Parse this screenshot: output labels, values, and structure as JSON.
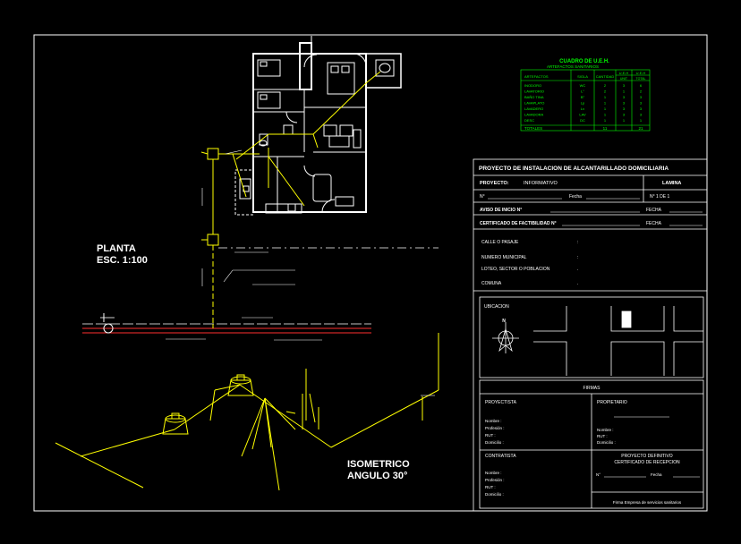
{
  "colors": {
    "background": "#000000",
    "frame": "#ffffff",
    "pipe": "#ffff00",
    "wall": "#ffffff",
    "table": "#00ff00",
    "ground": "#ff3030"
  },
  "plan": {
    "title": "PLANTA",
    "scale": "ESC. 1:100"
  },
  "isometric": {
    "title": "ISOMETRICO",
    "angle": "ANGULO 30°"
  },
  "fixtures_table": {
    "title": "CUADRO DE U.E.H.",
    "subtitle": "ARTEFACTOS SANITARIOS",
    "headers": [
      "ARTEFACTOS",
      "SIGLA",
      "CANTIDAD",
      "U.E.H",
      "U.E.H",
      "U.E.H"
    ],
    "subheaders": [
      "",
      "",
      "",
      "",
      "UNIT",
      "TOTAL"
    ],
    "rows": [
      [
        "INODORO",
        "WC",
        "2",
        "3",
        "",
        "6"
      ],
      [
        "LAVATORIO",
        "L°",
        "2",
        "1",
        "",
        "2"
      ],
      [
        "BAÑO TINA",
        "B°",
        "1",
        "3",
        "",
        "3"
      ],
      [
        "LAVAPLATO",
        "Lp",
        "1",
        "3",
        "",
        "3"
      ],
      [
        "LAVADERO",
        "Lv",
        "1",
        "3",
        "",
        "3"
      ],
      [
        "LAVADORA",
        "LAV",
        "1",
        "3",
        "",
        "3"
      ],
      [
        "DESC",
        "DC",
        "1",
        "1",
        "",
        "1"
      ]
    ],
    "total_label": "TOTALES",
    "total_qty": "11",
    "total_ueh": "21"
  },
  "title_block": {
    "heading": "PROYECTO DE INSTALACION DE ALCANTARILLADO DOMICILIARIA",
    "proyecto_label": "PROYECTO:",
    "proyecto_value": "INFORMATIVO",
    "lamina_label": "LAMINA",
    "numero_label": "N°",
    "fecha_label": "Fecha",
    "sheet_text": "N°  1  DE  1",
    "aviso": "AVISO DE INICIO N°",
    "aviso_fecha": "FECHA",
    "certificado": "CERTIFICADO DE FACTIBILIDAD N°",
    "certificado_fecha": "FECHA",
    "calle": "CALLE O PASAJE",
    "numero_municipal": "NUMERO MUNICIPAL",
    "loteo": "LOTEO, SECTOR O POBLACION",
    "comuna": "COMUNA",
    "ubicacion": "UBICACION",
    "firmas": "FIRMAS",
    "proyectista": "PROYECTISTA",
    "propietario": "PROPIETARIO",
    "contratista": "CONTRATISTA",
    "nombre": "Nombre :",
    "profesion": "Profesión :",
    "rut": "RUT :",
    "domicilio": "Domicilio :",
    "proyecto_definitivo": "PROYECTO DEFINITIVO",
    "certificado_recepcion": "CERTIFICADO DE RECEPCION",
    "firma_empresa": "Firma Empresa de servicios sanitarios",
    "north": "N"
  }
}
